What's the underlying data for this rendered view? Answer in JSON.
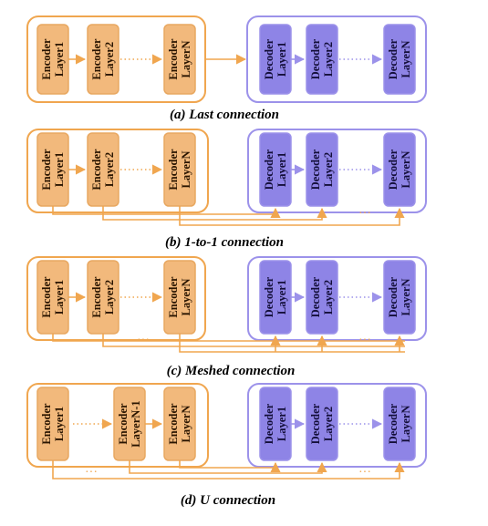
{
  "colors": {
    "encoder_fill": "#f2b97c",
    "encoder_border": "#e8a861",
    "encoder_text": "#2a1500",
    "decoder_fill": "#8e84e6",
    "decoder_border": "#9c92ea",
    "decoder_text": "#140f3a",
    "encoder_line": "#f0a64f",
    "decoder_line": "#9c92ea"
  },
  "panels": [
    {
      "id": "a",
      "caption": "(a) Last connection",
      "encoder_layers": [
        {
          "line1": "Encoder",
          "line2": "Layer1"
        },
        {
          "line1": "Encoder",
          "line2": "Layer2"
        },
        {
          "line1": "Encoder",
          "line2": "LayerN"
        }
      ],
      "decoder_layers": [
        {
          "line1": "Decoder",
          "line2": "Layer1"
        },
        {
          "line1": "Decoder",
          "line2": "Layer2"
        },
        {
          "line1": "Decoder",
          "line2": "LayerN"
        }
      ],
      "ellipsis": "·······"
    },
    {
      "id": "b",
      "caption": "(b) 1-to-1 connection",
      "encoder_layers": [
        {
          "line1": "Encoder",
          "line2": "Layer1"
        },
        {
          "line1": "Encoder",
          "line2": "Layer2"
        },
        {
          "line1": "Encoder",
          "line2": "LayerN"
        }
      ],
      "decoder_layers": [
        {
          "line1": "Decoder",
          "line2": "Layer1"
        },
        {
          "line1": "Decoder",
          "line2": "Layer2"
        },
        {
          "line1": "Decoder",
          "line2": "LayerN"
        }
      ],
      "ellipsis": "·······",
      "bus_ellipsis": "···"
    },
    {
      "id": "c",
      "caption": "(c) Meshed connection",
      "encoder_layers": [
        {
          "line1": "Encoder",
          "line2": "Layer1"
        },
        {
          "line1": "Encoder",
          "line2": "Layer2"
        },
        {
          "line1": "Encoder",
          "line2": "LayerN"
        }
      ],
      "decoder_layers": [
        {
          "line1": "Decoder",
          "line2": "Layer1"
        },
        {
          "line1": "Decoder",
          "line2": "Layer2"
        },
        {
          "line1": "Decoder",
          "line2": "LayerN"
        }
      ],
      "ellipsis": "·······",
      "bus_ellipsis": "···"
    },
    {
      "id": "d",
      "caption": "(d) U connection",
      "encoder_layers": [
        {
          "line1": "Encoder",
          "line2": "Layer1"
        },
        {
          "line1": "Encoder",
          "line2": "LayerN-1"
        },
        {
          "line1": "Encoder",
          "line2": "LayerN"
        }
      ],
      "decoder_layers": [
        {
          "line1": "Decoder",
          "line2": "Layer1"
        },
        {
          "line1": "Decoder",
          "line2": "Layer2"
        },
        {
          "line1": "Decoder",
          "line2": "LayerN"
        }
      ],
      "ellipsis": "·······",
      "bus_ellipsis": "···"
    }
  ]
}
